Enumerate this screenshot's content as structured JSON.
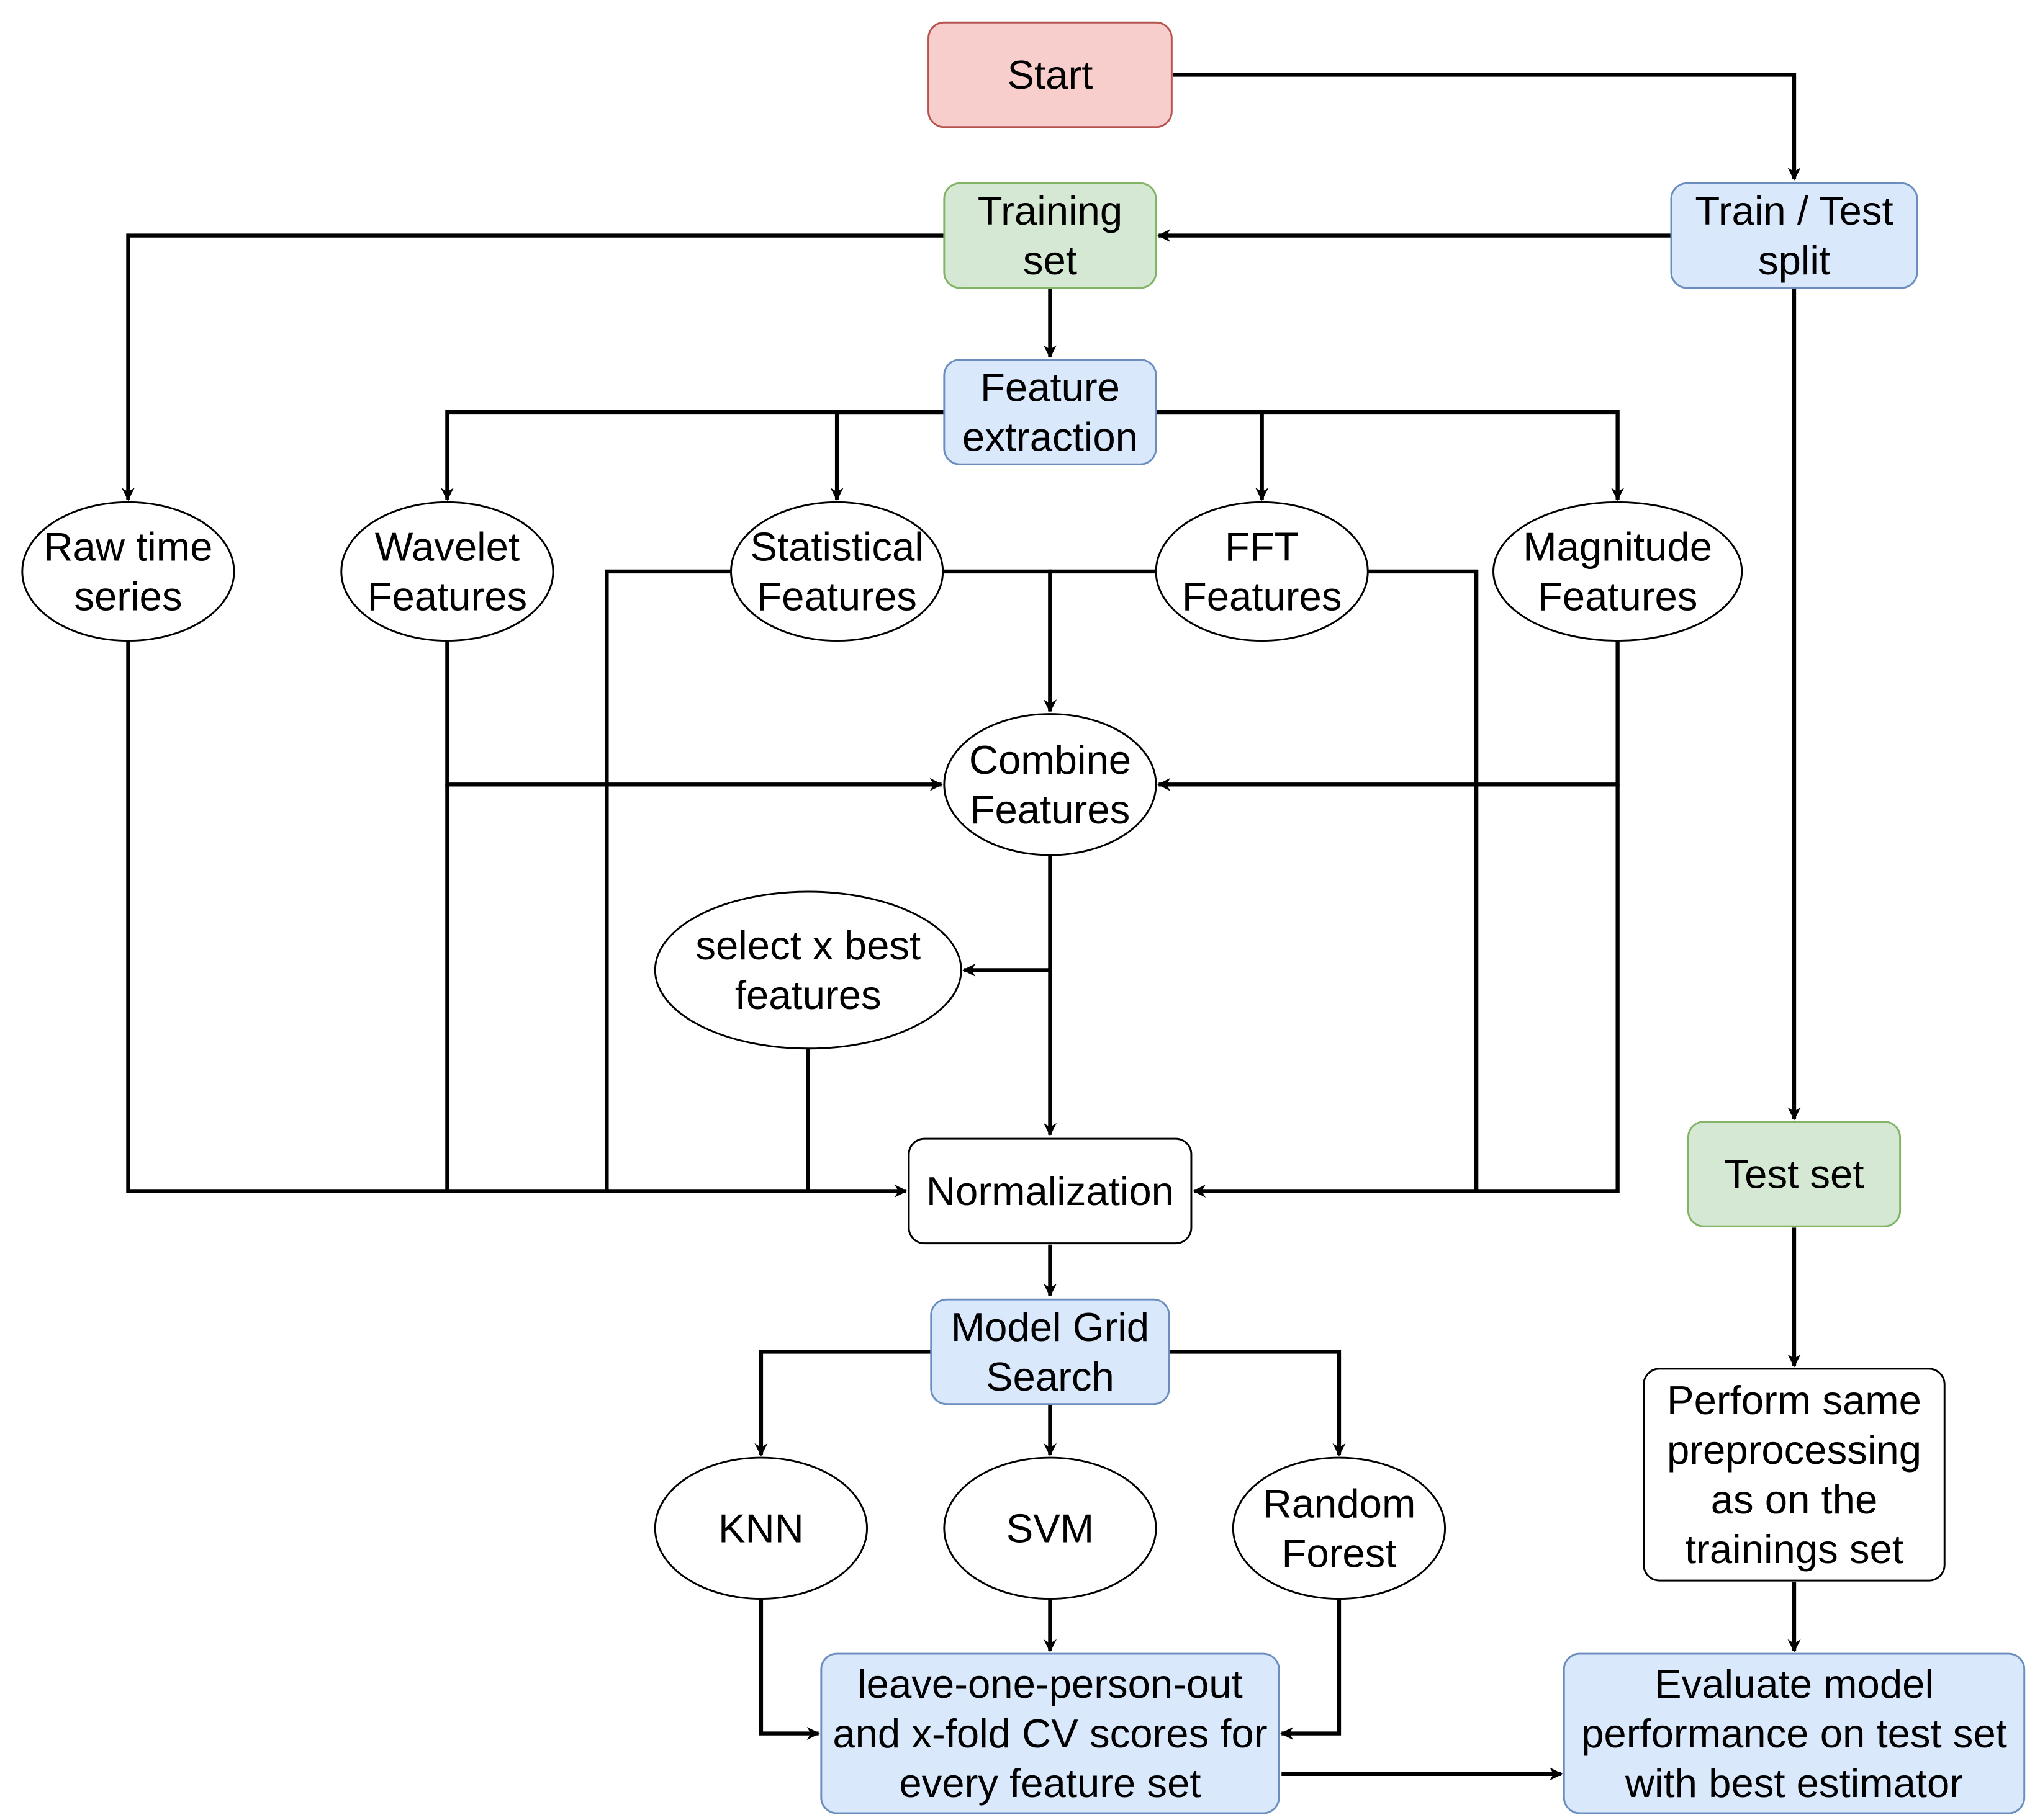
{
  "colors": {
    "red_fill": "#f8cecc",
    "red_stroke": "#b85450",
    "green_fill": "#d5e8d4",
    "green_stroke": "#82b366",
    "blue_fill": "#dae8fc",
    "blue_stroke": "#6c8ebf",
    "white_fill": "#ffffff",
    "black_stroke": "#000000"
  },
  "nodes": [
    {
      "id": "start",
      "lines": [
        "Start"
      ],
      "shape": "rounded-rect",
      "style": "red"
    },
    {
      "id": "train_test_split",
      "lines": [
        "Train / Test",
        "split"
      ],
      "shape": "rounded-rect",
      "style": "blue"
    },
    {
      "id": "training_set",
      "lines": [
        "Training",
        "set"
      ],
      "shape": "rounded-rect",
      "style": "green"
    },
    {
      "id": "feature_extraction",
      "lines": [
        "Feature",
        "extraction"
      ],
      "shape": "rounded-rect",
      "style": "blue"
    },
    {
      "id": "raw_time_series",
      "lines": [
        "Raw time",
        "series"
      ],
      "shape": "ellipse",
      "style": "white"
    },
    {
      "id": "wavelet_features",
      "lines": [
        "Wavelet",
        "Features"
      ],
      "shape": "ellipse",
      "style": "white"
    },
    {
      "id": "statistical_features",
      "lines": [
        "Statistical",
        "Features"
      ],
      "shape": "ellipse",
      "style": "white"
    },
    {
      "id": "fft_features",
      "lines": [
        "FFT",
        "Features"
      ],
      "shape": "ellipse",
      "style": "white"
    },
    {
      "id": "magnitude_features",
      "lines": [
        "Magnitude",
        "Features"
      ],
      "shape": "ellipse",
      "style": "white"
    },
    {
      "id": "combine_features",
      "lines": [
        "Combine",
        "Features"
      ],
      "shape": "ellipse",
      "style": "white"
    },
    {
      "id": "select_best",
      "lines": [
        "select x best",
        "features"
      ],
      "shape": "ellipse",
      "style": "white"
    },
    {
      "id": "normalization",
      "lines": [
        "Normalization"
      ],
      "shape": "rounded-rect",
      "style": "white"
    },
    {
      "id": "test_set",
      "lines": [
        "Test set"
      ],
      "shape": "rounded-rect",
      "style": "green"
    },
    {
      "id": "model_grid_search",
      "lines": [
        "Model Grid",
        "Search"
      ],
      "shape": "rounded-rect",
      "style": "blue"
    },
    {
      "id": "knn",
      "lines": [
        "KNN"
      ],
      "shape": "ellipse",
      "style": "white"
    },
    {
      "id": "svm",
      "lines": [
        "SVM"
      ],
      "shape": "ellipse",
      "style": "white"
    },
    {
      "id": "random_forest",
      "lines": [
        "Random",
        "Forest"
      ],
      "shape": "ellipse",
      "style": "white"
    },
    {
      "id": "perform_preprocessing",
      "lines": [
        "Perform same",
        "preprocessing",
        "as on the",
        "trainings set"
      ],
      "shape": "rounded-rect",
      "style": "white"
    },
    {
      "id": "cv_scores",
      "lines": [
        "leave-one-person-out",
        "and x-fold CV scores for",
        "every feature set"
      ],
      "shape": "rounded-rect",
      "style": "blue"
    },
    {
      "id": "evaluate_model",
      "lines": [
        "Evaluate model",
        "performance on test set",
        "with best estimator"
      ],
      "shape": "rounded-rect",
      "style": "blue"
    }
  ],
  "edges": [
    {
      "from": "start",
      "to": "train_test_split"
    },
    {
      "from": "train_test_split",
      "to": "training_set"
    },
    {
      "from": "train_test_split",
      "to": "test_set"
    },
    {
      "from": "training_set",
      "to": "feature_extraction"
    },
    {
      "from": "training_set",
      "to": "raw_time_series"
    },
    {
      "from": "feature_extraction",
      "to": "wavelet_features"
    },
    {
      "from": "feature_extraction",
      "to": "statistical_features"
    },
    {
      "from": "feature_extraction",
      "to": "fft_features"
    },
    {
      "from": "feature_extraction",
      "to": "magnitude_features"
    },
    {
      "from": "statistical_features",
      "to": "combine_features"
    },
    {
      "from": "fft_features",
      "to": "combine_features"
    },
    {
      "from": "wavelet_features",
      "to": "combine_features"
    },
    {
      "from": "magnitude_features",
      "to": "combine_features"
    },
    {
      "from": "combine_features",
      "to": "select_best"
    },
    {
      "from": "combine_features",
      "to": "normalization"
    },
    {
      "from": "raw_time_series",
      "to": "normalization"
    },
    {
      "from": "wavelet_features",
      "to": "normalization"
    },
    {
      "from": "statistical_features",
      "to": "normalization"
    },
    {
      "from": "select_best",
      "to": "normalization"
    },
    {
      "from": "fft_features",
      "to": "normalization"
    },
    {
      "from": "magnitude_features",
      "to": "normalization"
    },
    {
      "from": "normalization",
      "to": "model_grid_search"
    },
    {
      "from": "model_grid_search",
      "to": "knn"
    },
    {
      "from": "model_grid_search",
      "to": "svm"
    },
    {
      "from": "model_grid_search",
      "to": "random_forest"
    },
    {
      "from": "knn",
      "to": "cv_scores"
    },
    {
      "from": "svm",
      "to": "cv_scores"
    },
    {
      "from": "random_forest",
      "to": "cv_scores"
    },
    {
      "from": "test_set",
      "to": "perform_preprocessing"
    },
    {
      "from": "perform_preprocessing",
      "to": "evaluate_model"
    },
    {
      "from": "cv_scores",
      "to": "evaluate_model"
    }
  ]
}
